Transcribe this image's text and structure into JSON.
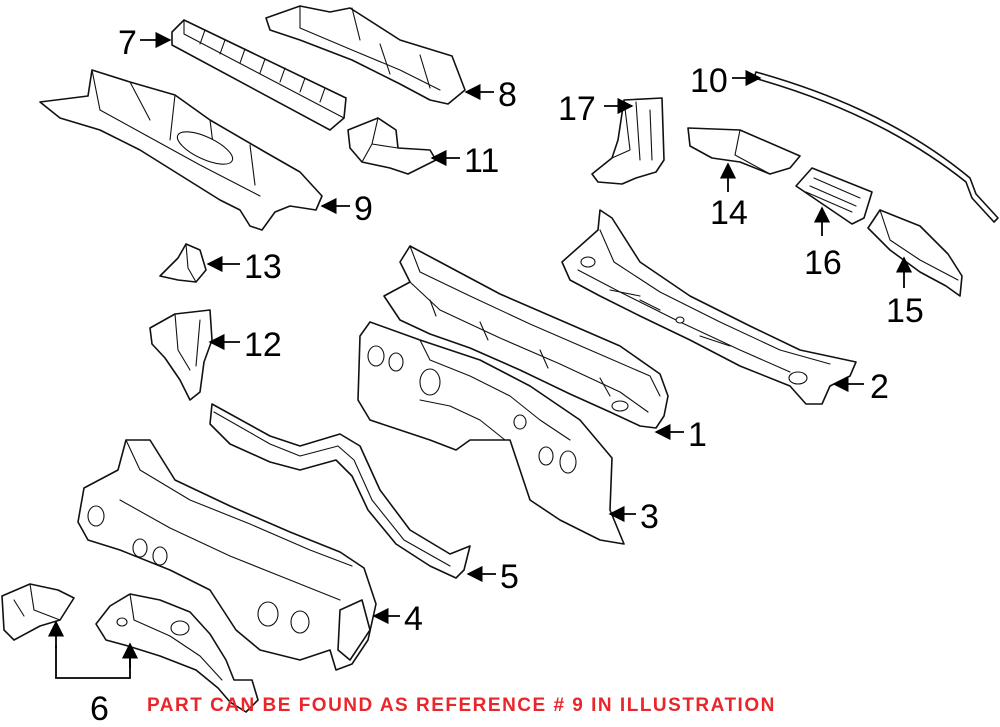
{
  "callouts": {
    "c1": "1",
    "c2": "2",
    "c3": "3",
    "c4": "4",
    "c5": "5",
    "c6": "6",
    "c7": "7",
    "c8": "8",
    "c9": "9",
    "c10": "10",
    "c11": "11",
    "c12": "12",
    "c13": "13",
    "c14": "14",
    "c15": "15",
    "c16": "16",
    "c17": "17"
  },
  "note": "PART CAN BE FOUND AS REFERENCE # 9 IN ILLUSTRATION",
  "colors": {
    "note": "#e8262b",
    "line": "#111111"
  }
}
